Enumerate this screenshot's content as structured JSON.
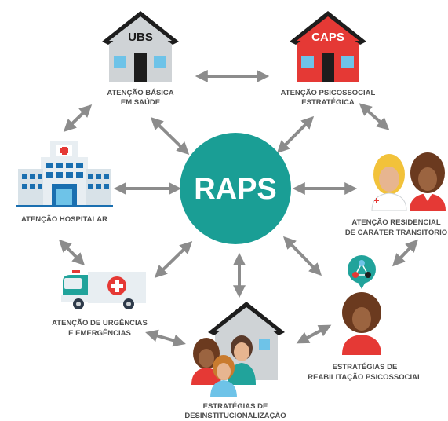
{
  "center": {
    "label": "RAPS"
  },
  "colors": {
    "center": "#1a9e95",
    "arrow": "#8c8c8c",
    "caps_red": "#e53935",
    "house_gray": "#cfd3d6",
    "roof_dark": "#1d1d1d",
    "hospital_blue": "#1a6fb0",
    "teal": "#21a39b"
  },
  "nodes": {
    "ubs": {
      "house_label": "UBS",
      "line1": "ATENÇÃO BÁSICA",
      "line2": "EM SAÚDE"
    },
    "caps": {
      "house_label": "CAPS",
      "line1": "ATENÇÃO PSICOSSOCIAL",
      "line2": "ESTRATÉGICA"
    },
    "hospital": {
      "line1": "ATENÇÃO HOSPITALAR"
    },
    "residencial": {
      "line1": "ATENÇÃO RESIDENCIAL",
      "line2": "DE CARÁTER TRANSITÓRIO"
    },
    "urgencias": {
      "line1": "ATENÇÃO DE URGÊNCIAS",
      "line2": "E EMERGÊNCIAS"
    },
    "reabilitacao": {
      "line1": "ESTRATÉGIAS DE",
      "line2": "REABILITAÇÃO PSICOSSOCIAL"
    },
    "desinst": {
      "line1": "ESTRATÉGIAS DE",
      "line2": "DESINSTITUCIONALIZAÇÃO"
    }
  },
  "icons": [
    "house-icon",
    "caps-house-icon",
    "hospital-icon",
    "nurses-icon",
    "ambulance-icon",
    "person-network-icon",
    "family-house-icon"
  ]
}
